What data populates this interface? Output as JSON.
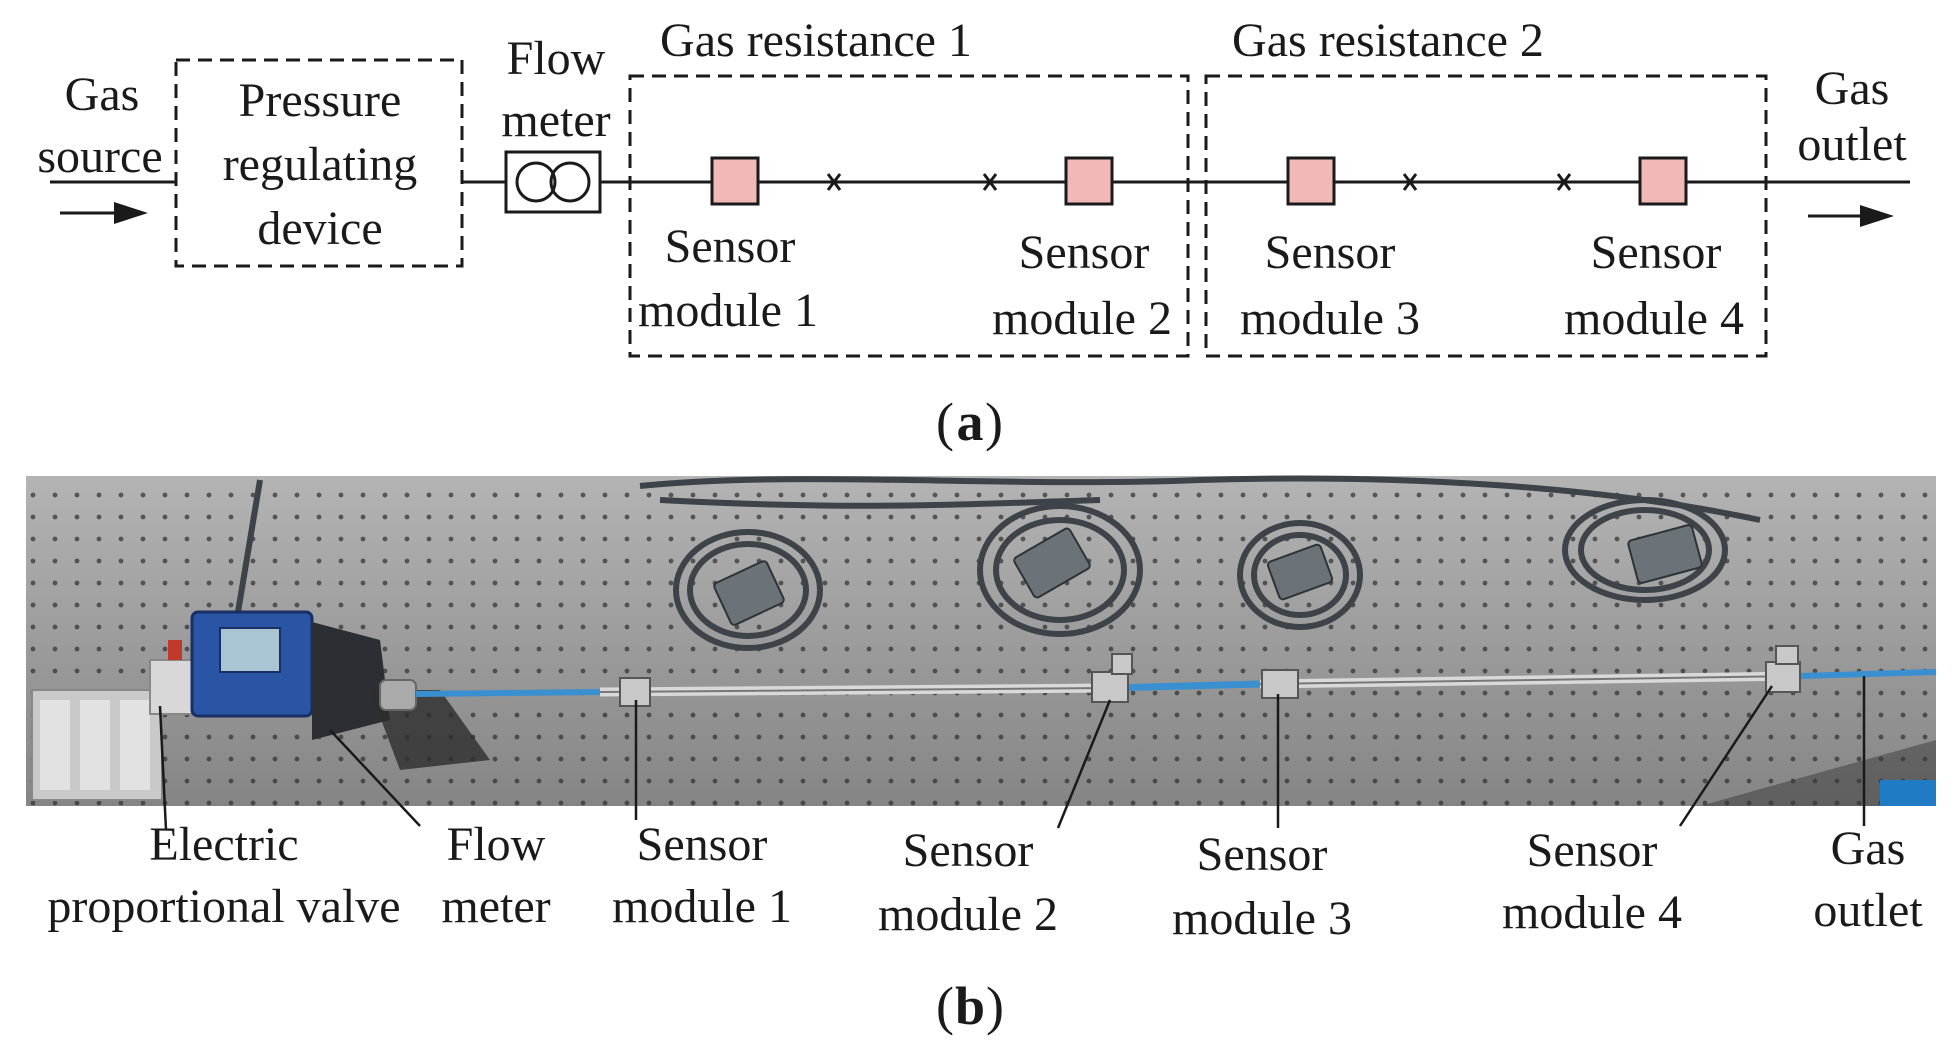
{
  "diagram_a": {
    "gas_source": [
      "Gas",
      "source"
    ],
    "pressure_device": [
      "Pressure",
      "regulating",
      "device"
    ],
    "flow_meter": [
      "Flow",
      "meter"
    ],
    "gas_resistance_1": "Gas resistance 1",
    "gas_resistance_2": "Gas resistance 2",
    "gas_outlet": [
      "Gas",
      "outlet"
    ],
    "sensor_modules": [
      [
        "Sensor",
        "module 1"
      ],
      [
        "Sensor",
        "module 2"
      ],
      [
        "Sensor",
        "module 3"
      ],
      [
        "Sensor",
        "module 4"
      ]
    ],
    "panel_label": "a"
  },
  "photo_b": {
    "electric_valve": [
      "Electric",
      "proportional valve"
    ],
    "flow_meter": [
      "Flow",
      "meter"
    ],
    "sensor_modules": [
      [
        "Sensor",
        "module 1"
      ],
      [
        "Sensor",
        "module 2"
      ],
      [
        "Sensor",
        "module 3"
      ],
      [
        "Sensor",
        "module 4"
      ]
    ],
    "gas_outlet": [
      "Gas",
      "outlet"
    ],
    "panel_label": "b"
  },
  "colors": {
    "sensor_fill": "#f2b8b8",
    "line": "#1a1a1a",
    "bench": "#9a9a9a"
  }
}
